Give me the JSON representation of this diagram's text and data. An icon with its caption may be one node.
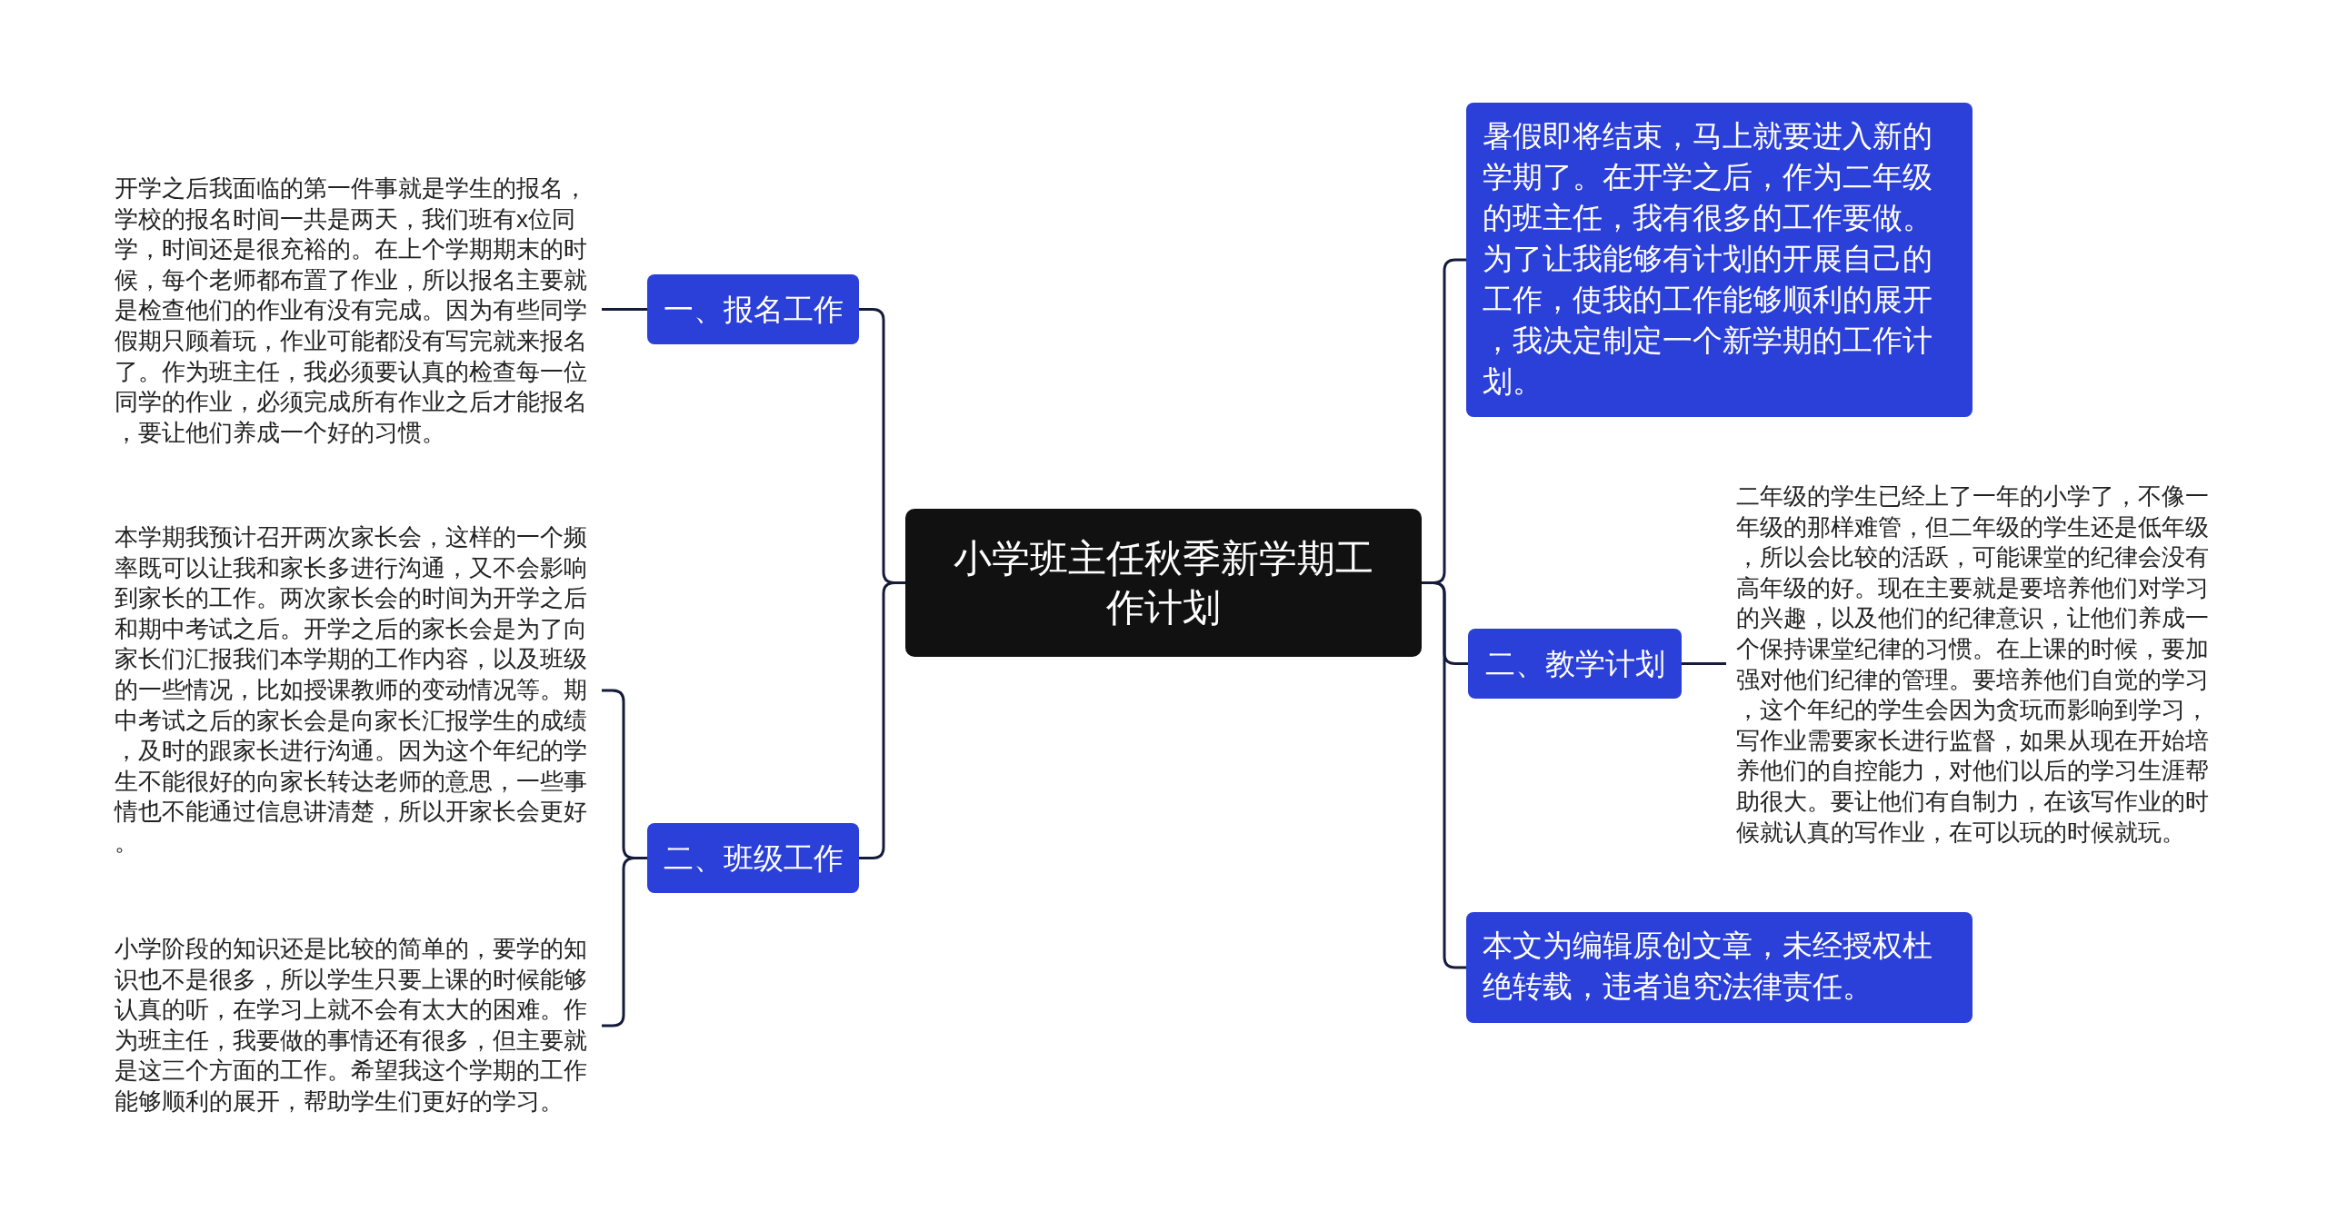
{
  "diagram": {
    "nodes": [
      {
        "text": [
          "小学班主任秋季新学期工作计划"
        ]
      },
      {
        "text": [
          "一、报名工作"
        ]
      },
      {
        "text": [
          "开学之后我面临的第一件事就是学生的报名，学校的报名时间一共是两天，我们班有x位同学，时间还是很充裕的。在上个学期期末的时候，每个老师都布置了作业，所以报名主要就是检查他们的作业有没有完成。因为有些同学假期只顾着玩，作业可能都没有写完就来报名了。作为班主任，我必须要认真的检查每一位同学的作业，必须完成所有作业之后才能报名，要让他们养成一个好的习惯。"
        ]
      },
      {
        "text": [
          "二、班级工作"
        ]
      },
      {
        "text": [
          "本学期我预计召开两次家长会，这样的一个频率既可以让我和家长多进行沟通，又不会影响到家长的工作。两次家长会的时间为开学之后和期中考试之后。开学之后的家长会是为了向家长们汇报我们本学期的工作内容，以及班级的一些情况，比如授课教师的变动情况等。期中考试之后的家长会是向家长汇报学生的成绩，及时的跟家长进行沟通。因为这个年纪的学生不能很好的向家长转达老师的意思，一些事情也不能通过信息讲清楚，所以开家长会更好。"
        ]
      },
      {
        "text": [
          "小学阶段的知识还是比较的简单的，要学的知识也不是很多，所以学生只要上课的时候能够认真的听，在学习上就不会有太大的困难。作为班主任，我要做的事情还有很多，但主要就是这三个方面的工作。希望我这个学期的工作能够顺利的展开，帮助学生们更好的学习。"
        ]
      },
      {
        "text": [
          "暑假即将结束，马上就要进入新的学期了。在开学之后，作为二年级的班主任，我有很多的工作要做。为了让我能够有计划的开展自己的工作，使我的工作能够顺利的展开，我决定制定一个新学期的工作计划。"
        ]
      },
      {
        "text": [
          "二、教学计划"
        ]
      },
      {
        "text": [
          "二年级的学生已经上了一年的小学了，不像一年级的那样难管，但二年级的学生还是低年级，所以会比较的活跃，可能课堂的纪律会没有高年级的好。现在主要就是要培养他们对学习的兴趣，以及他们的纪律意识，让他们养成一个保持课堂纪律的习惯。在上课的时候，要加强对他们纪律的管理。要培养他们自觉的学习，这个年纪的学生会因为贪玩而影响到学习，写作业需要家长进行监督，如果从现在开始培养他们的自控能力，对他们以后的学习生涯帮助很大。要让他们有自制力，在该写作业的时候就认真的写作业，在可以玩的时候就玩。"
        ]
      },
      {
        "text": [
          "本文为编辑原创文章，未经授权杜绝转载，违者追究法律责任。"
        ]
      }
    ],
    "edges": [
      {
        "from": 0,
        "to": 1,
        "arrow": "none"
      },
      {
        "from": 1,
        "to": 2,
        "arrow": "none"
      },
      {
        "from": 0,
        "to": 3,
        "arrow": "none"
      },
      {
        "from": 3,
        "to": 4,
        "arrow": "none"
      },
      {
        "from": 3,
        "to": 5,
        "arrow": "none"
      },
      {
        "from": 0,
        "to": 6,
        "arrow": "none"
      },
      {
        "from": 0,
        "to": 7,
        "arrow": "none"
      },
      {
        "from": 7,
        "to": 8,
        "arrow": "none"
      },
      {
        "from": 0,
        "to": 9,
        "arrow": "none"
      }
    ]
  }
}
